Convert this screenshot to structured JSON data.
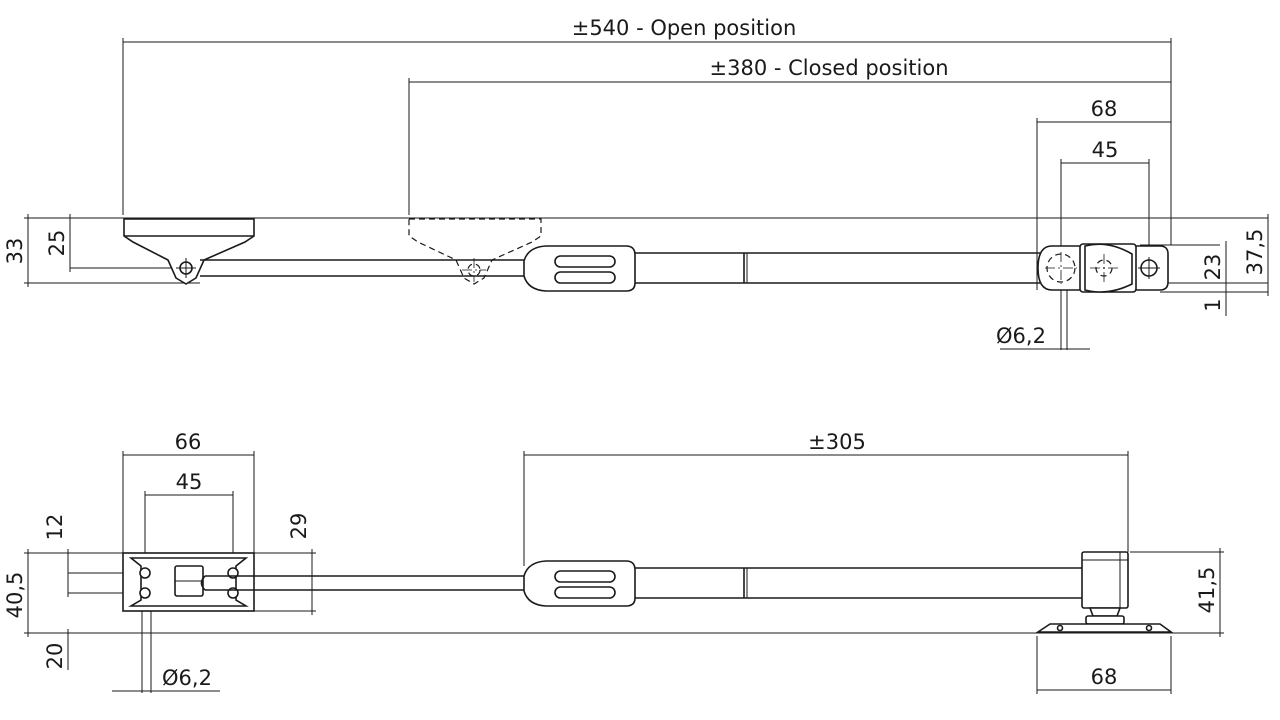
{
  "drawing": {
    "top_view": {
      "open_position": "±540 - Open position",
      "closed_position": "±380 - Closed position",
      "bracket_width": "68",
      "hole_spacing": "45",
      "height_33": "33",
      "height_25": "25",
      "height_37_5": "37,5",
      "height_23": "23",
      "offset_1": "1",
      "hole_diameter": "Ø6,2"
    },
    "bottom_view": {
      "base_width": "66",
      "hole_spacing": "45",
      "spring_length": "±305",
      "dim_12": "12",
      "dim_40_5": "40,5",
      "dim_20": "20",
      "dim_29": "29",
      "dim_41_5": "41,5",
      "plate_width": "68",
      "hole_diameter": "Ø6,2"
    }
  }
}
